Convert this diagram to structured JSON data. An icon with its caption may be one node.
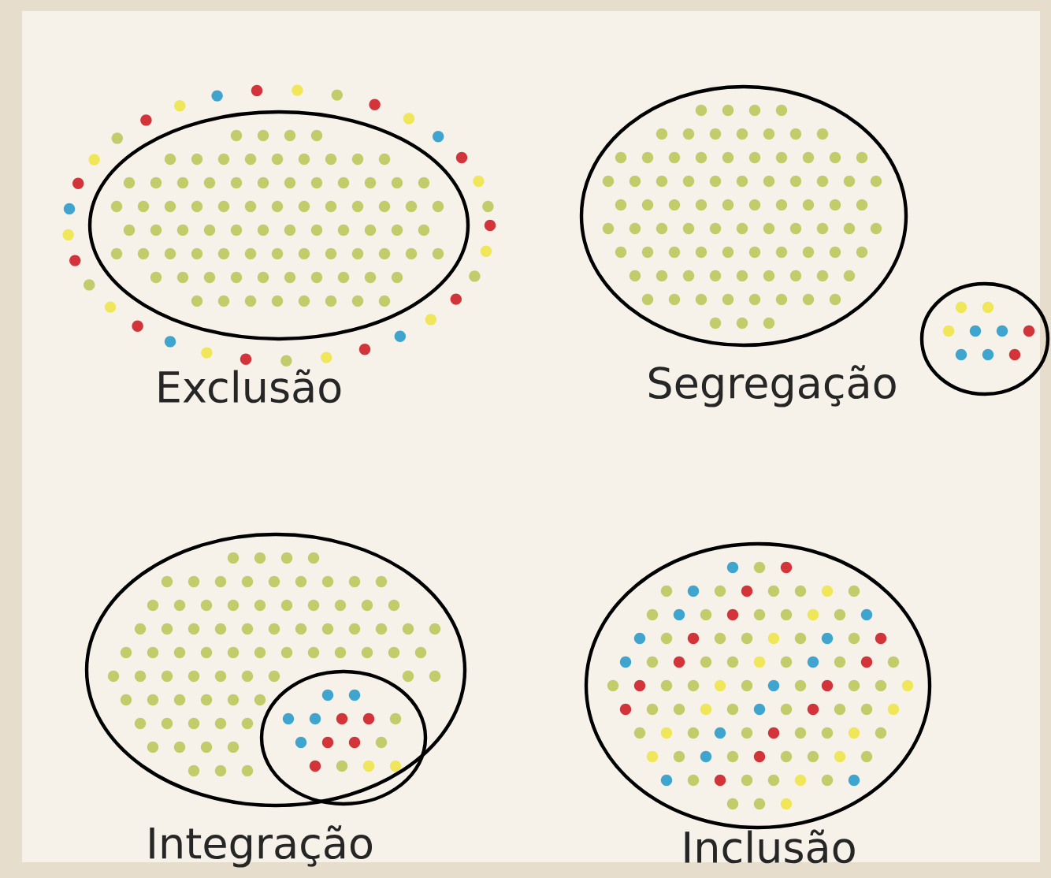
{
  "diagram": {
    "nodes": [
      {
        "text": [
          "Exclusão"
        ]
      },
      {
        "text": [
          "Segregação"
        ]
      },
      {
        "text": [],
        "shape": "circle"
      },
      {
        "text": [
          "Integração"
        ]
      },
      {
        "text": [],
        "shape": "circle",
        "in": 3
      },
      {
        "text": [
          "Inclusão"
        ]
      }
    ]
  }
}
